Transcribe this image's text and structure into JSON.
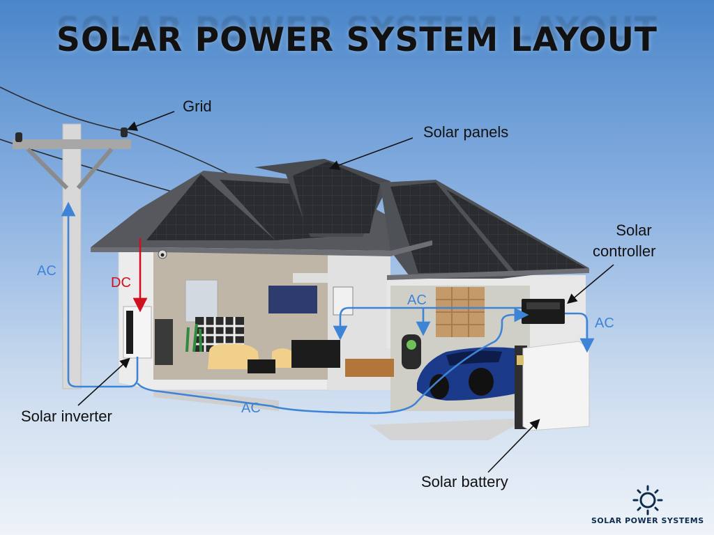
{
  "title": "SOLAR POWER SYSTEM LAYOUT",
  "labels": {
    "grid": "Grid",
    "solar_panels": "Solar panels",
    "solar_controller_line1": "Solar",
    "solar_controller_line2": "controller",
    "solar_inverter": "Solar inverter",
    "solar_battery": "Solar battery"
  },
  "flows": {
    "ac_pole": "AC",
    "dc_roof": "DC",
    "ac_interior": "AC",
    "ac_controller": "AC",
    "ac_bottom": "AC"
  },
  "brand": {
    "name": "SOLAR POWER SYSTEMS",
    "icon": "sun-icon"
  },
  "colors": {
    "ac_line": "#3e84d6",
    "dc_line": "#d0101e",
    "roof": "#3d3f44",
    "panel": "#2b2d31",
    "wall": "#e9e9e9"
  }
}
